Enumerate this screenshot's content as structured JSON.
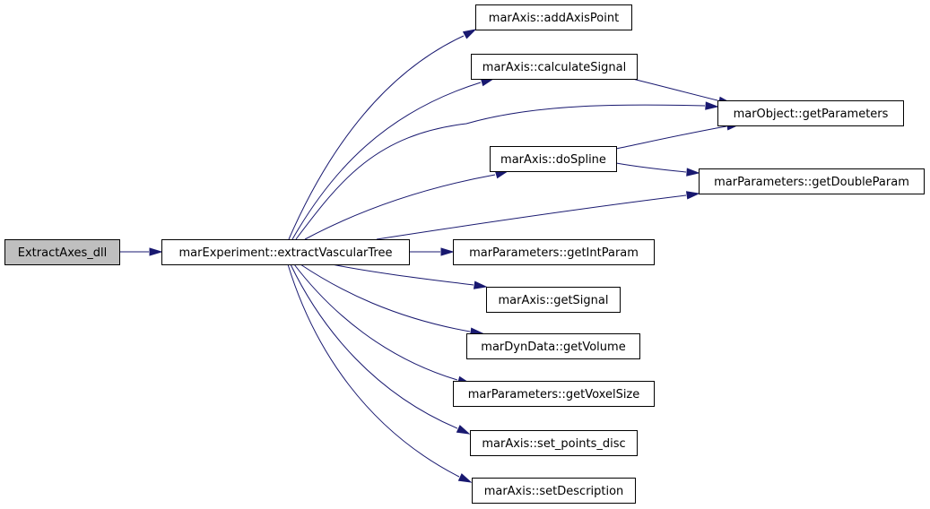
{
  "diagram": {
    "type": "call-graph",
    "edge_color": "#191970",
    "root_fill": "#bfbfbf",
    "nodes": [
      {
        "id": "extractaxes-dll",
        "label": "ExtractAxes_dll",
        "root": true
      },
      {
        "id": "extract-vascular-tree",
        "label": "marExperiment::extractVascularTree"
      },
      {
        "id": "add-axis-point",
        "label": "marAxis::addAxisPoint"
      },
      {
        "id": "calculate-signal",
        "label": "marAxis::calculateSignal"
      },
      {
        "id": "get-parameters",
        "label": "marObject::getParameters"
      },
      {
        "id": "do-spline",
        "label": "marAxis::doSpline"
      },
      {
        "id": "get-double-param",
        "label": "marParameters::getDoubleParam"
      },
      {
        "id": "get-int-param",
        "label": "marParameters::getIntParam"
      },
      {
        "id": "get-signal",
        "label": "marAxis::getSignal"
      },
      {
        "id": "get-volume",
        "label": "marDynData::getVolume"
      },
      {
        "id": "get-voxel-size",
        "label": "marParameters::getVoxelSize"
      },
      {
        "id": "set-points-disc",
        "label": "marAxis::set_points_disc"
      },
      {
        "id": "set-description",
        "label": "marAxis::setDescription"
      }
    ],
    "edges": [
      {
        "from": "extractaxes-dll",
        "to": "extract-vascular-tree"
      },
      {
        "from": "extract-vascular-tree",
        "to": "add-axis-point"
      },
      {
        "from": "extract-vascular-tree",
        "to": "calculate-signal"
      },
      {
        "from": "extract-vascular-tree",
        "to": "get-parameters"
      },
      {
        "from": "extract-vascular-tree",
        "to": "do-spline"
      },
      {
        "from": "extract-vascular-tree",
        "to": "get-double-param"
      },
      {
        "from": "extract-vascular-tree",
        "to": "get-int-param"
      },
      {
        "from": "extract-vascular-tree",
        "to": "get-signal"
      },
      {
        "from": "extract-vascular-tree",
        "to": "get-volume"
      },
      {
        "from": "extract-vascular-tree",
        "to": "get-voxel-size"
      },
      {
        "from": "extract-vascular-tree",
        "to": "set-points-disc"
      },
      {
        "from": "extract-vascular-tree",
        "to": "set-description"
      },
      {
        "from": "calculate-signal",
        "to": "get-parameters"
      },
      {
        "from": "do-spline",
        "to": "get-parameters"
      },
      {
        "from": "do-spline",
        "to": "get-double-param"
      }
    ]
  }
}
